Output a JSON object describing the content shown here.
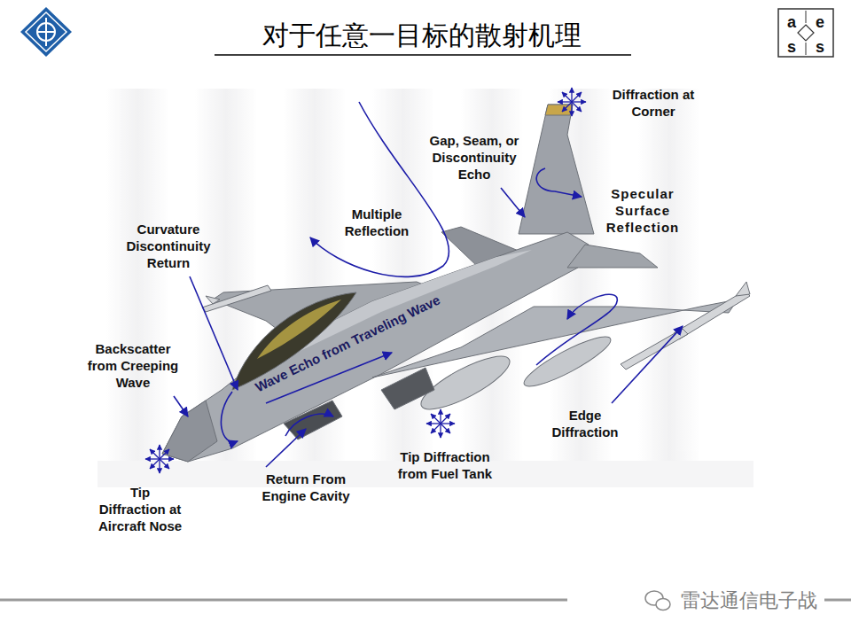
{
  "diagram": {
    "title": "对于任意一目标的散射机理",
    "labels": [
      "a",
      "e",
      "s",
      "s",
      "Diffraction at Corner",
      "Gap, Seam, or Discontinuity Echo",
      "Specular Surface Reflection",
      "Multiple Reflection",
      "Curvature Discontinuity Return",
      "Wave Echo from Traveling Wave",
      "Backscatter from Creeping Wave",
      "Edge Diffraction",
      "Tip Diffraction from Fuel Tank",
      "Return From Engine Cavity",
      "Tip Diffraction at Aircraft Nose",
      "雷达通信电子战"
    ]
  }
}
